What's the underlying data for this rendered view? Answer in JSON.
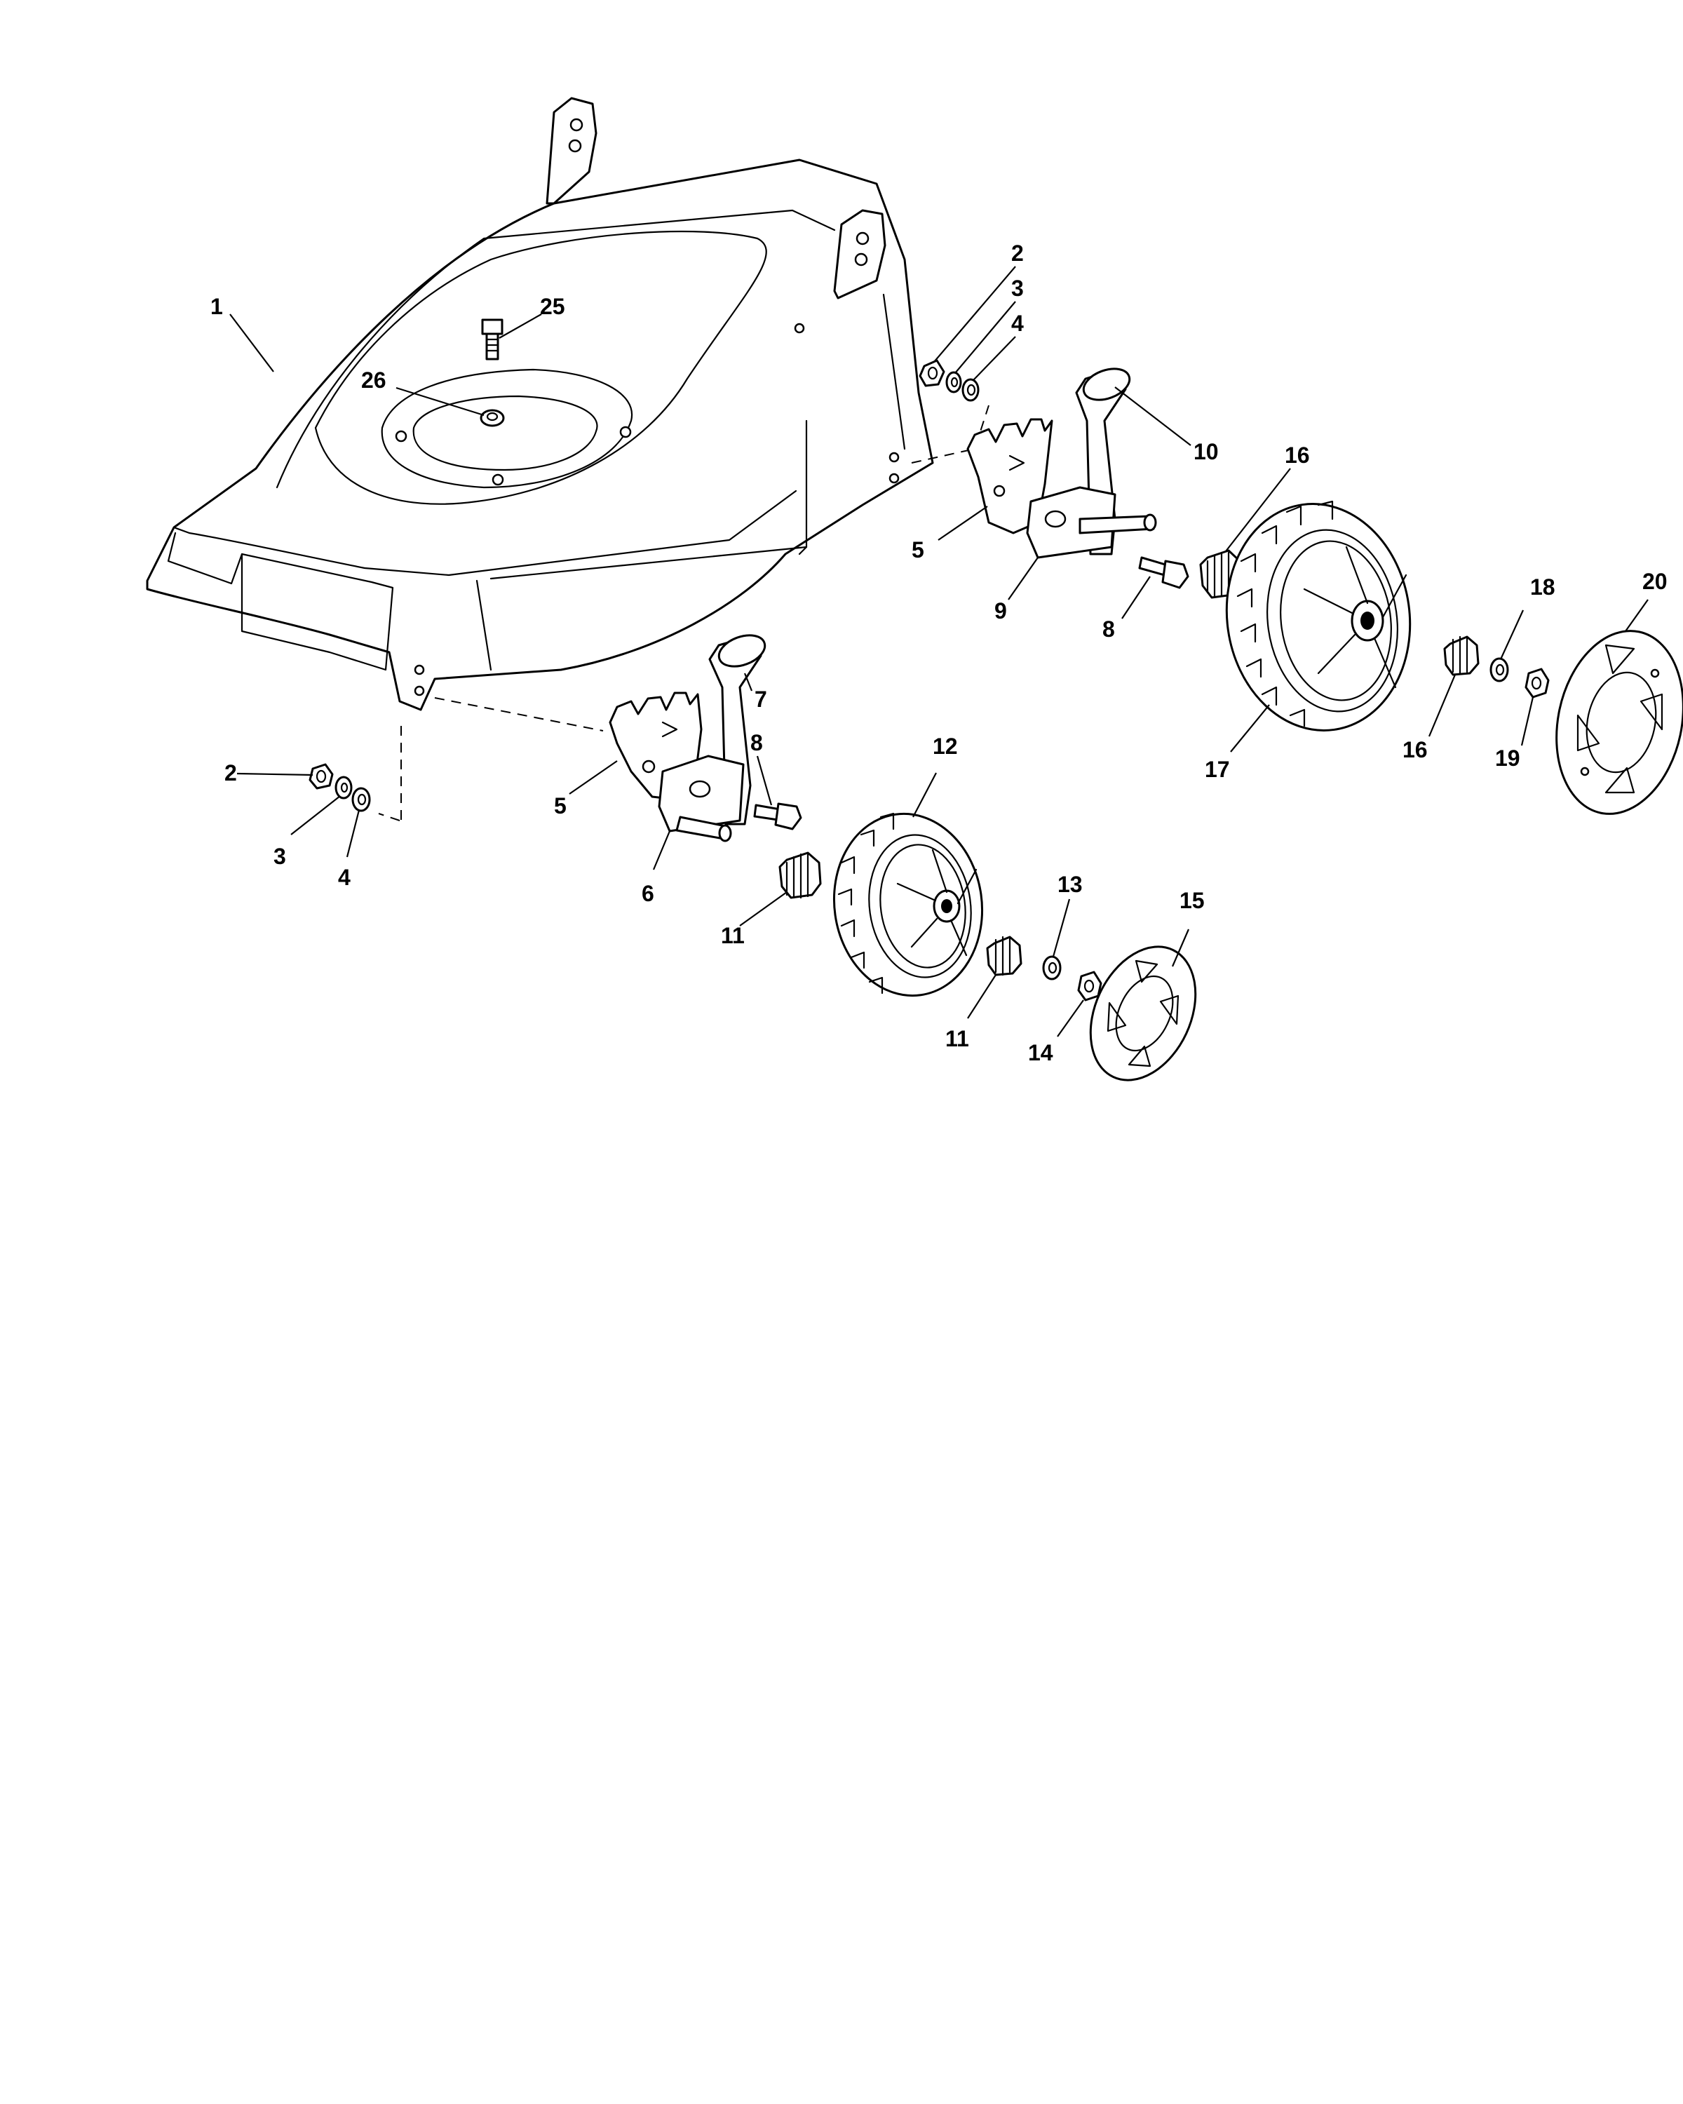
{
  "callouts": {
    "c1": "1",
    "c2a": "2",
    "c3a": "3",
    "c4a": "4",
    "c2b": "2",
    "c3b": "3",
    "c4b": "4",
    "c5a": "5",
    "c5b": "5",
    "c6": "6",
    "c7": "7",
    "c8a": "8",
    "c8b": "8",
    "c9": "9",
    "c10": "10",
    "c11a": "11",
    "c11b": "11",
    "c12": "12",
    "c13": "13",
    "c14": "14",
    "c15": "15",
    "c16a": "16",
    "c16b": "16",
    "c17": "17",
    "c18": "18",
    "c19": "19",
    "c20": "20",
    "c25": "25",
    "c26": "26"
  }
}
